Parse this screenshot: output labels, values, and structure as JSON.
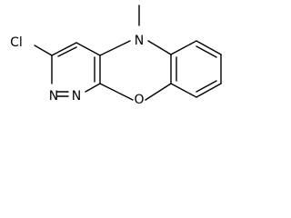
{
  "structure": {
    "atoms": {
      "cl": "Cl",
      "n_methyl": "N",
      "n_ring_1": "N",
      "n_ring_2": "N",
      "o_bridge": "O"
    }
  }
}
